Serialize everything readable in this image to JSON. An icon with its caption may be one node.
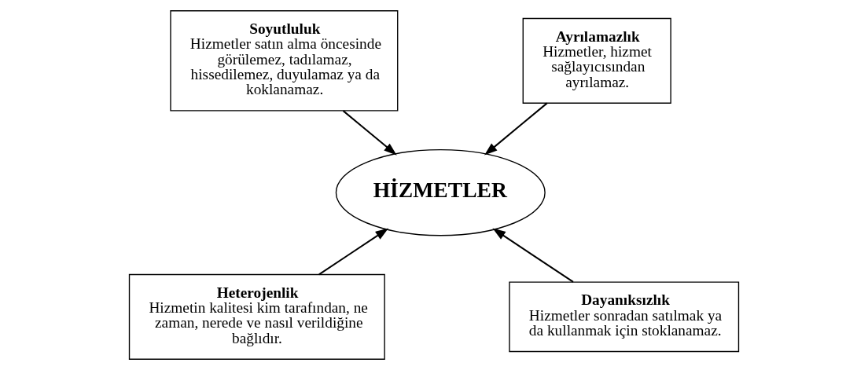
{
  "diagram": {
    "nodes": [
      {
        "text": [
          "Soyutluluk",
          "Hizmetler satın alma öncesinde görülemez, tadılamaz, hissedilemez, duyulamaz ya da koklanamaz."
        ]
      },
      {
        "text": [
          "Ayrılamazlık",
          "Hizmetler, hizmet sağlayıcısından ayrılamaz."
        ]
      },
      {
        "text": [
          "HİZMETLER"
        ]
      },
      {
        "text": [
          "Heterojenlik",
          "Hizmetin kalitesi kim tarafından, ne zaman, nerede ve nasıl verildiğine bağlıdır."
        ]
      },
      {
        "text": [
          "Dayanıksızlık",
          "Hizmetler sonradan satılmak ya da kullanmak için stoklanamaz."
        ]
      }
    ],
    "edges": [
      {
        "from": 0,
        "to": 2,
        "arrow": "to"
      },
      {
        "from": 1,
        "to": 2,
        "arrow": "to"
      },
      {
        "from": 3,
        "to": 2,
        "arrow": "to"
      },
      {
        "from": 4,
        "to": 2,
        "arrow": "to"
      }
    ]
  }
}
